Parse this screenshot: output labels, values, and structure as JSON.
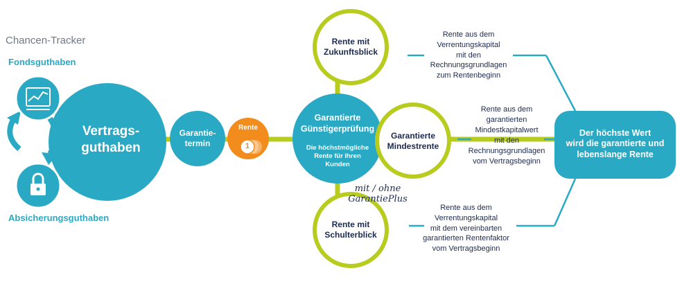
{
  "header": {
    "title": "Chancen-Tracker"
  },
  "left": {
    "top_label": "Fondsguthaben",
    "bottom_label": "Absicherungsguthaben",
    "main_circle": "Vertrags-\nguthaben"
  },
  "flow": {
    "garantietermin": "Garantie-\ntermin",
    "rente_badge": "Rente",
    "rente_coin": "1",
    "center_title": "Garantierte\nGünstigerprüfung",
    "center_sub": "Die höchstmögliche\nRente für Ihren\nKunden"
  },
  "options": [
    {
      "title": "Rente mit\nZukunftsblick",
      "note": "Rente aus dem\nVerrentungskapital\nmit den\nRechnungsgrundlagen\nzum Rentenbeginn"
    },
    {
      "title": "Garantierte\nMindestrente",
      "note": "Rente aus dem\ngarantierten\nMindestkapitalwert\nmit den\nRechnungsgrundlagen\nvom Vertragsbeginn"
    },
    {
      "title": "Rente mit\nSchulterblick",
      "note": "Rente aus dem\nVerrentungskapital\nmit dem vereinbarten\ngarantierten Rentenfaktor\nvom Vertragsbeginn"
    }
  ],
  "script_annotation": {
    "line1": "mit / ohne",
    "line2": "GarantiePlus"
  },
  "result": {
    "text": "Der höchste Wert\nwird die  garantierte und\nlebenslange Rente"
  },
  "icons": {
    "top_circle": "line-chart-icon",
    "bottom_circle": "padlock-icon",
    "arrows": "cycle-arrows-icon"
  },
  "colors": {
    "teal": "#29a9c4",
    "lime": "#b7cc1f",
    "orange": "#f28c1c",
    "navy": "#1d2a4f"
  }
}
